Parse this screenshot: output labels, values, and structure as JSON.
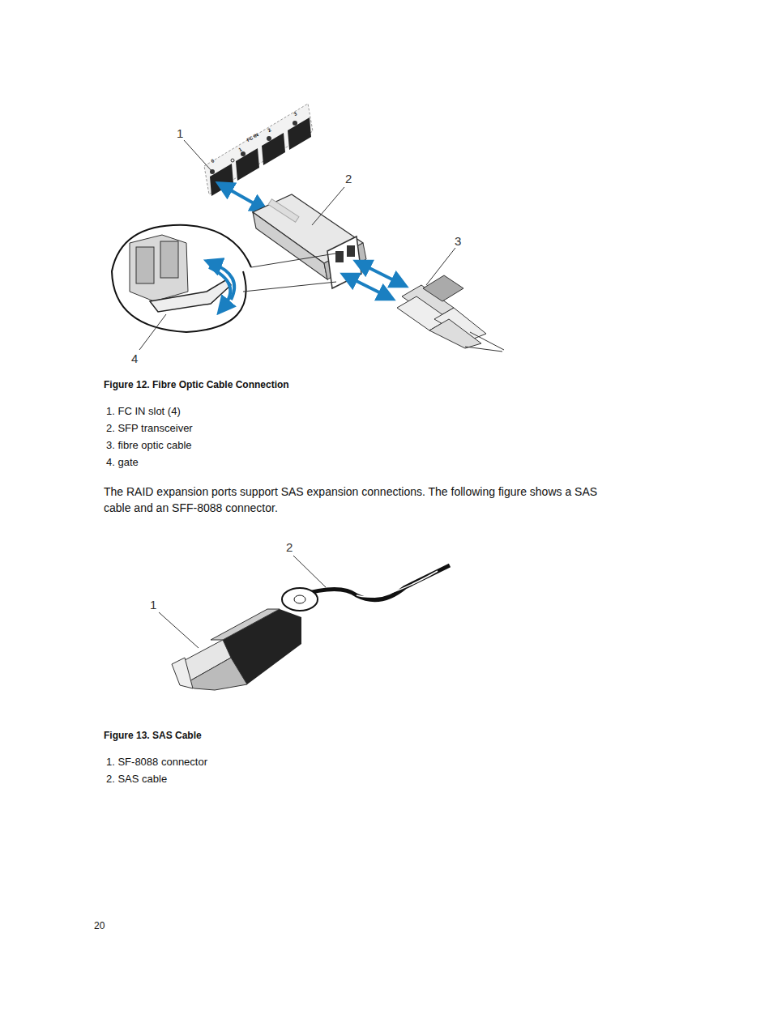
{
  "diagram": {
    "labels": [
      "1",
      "2",
      "3",
      "4",
      "0",
      "1",
      "FC IN",
      "2",
      "3",
      "Figure 12. Fibre Optic Cable Connection",
      "1. FC IN slot (4)",
      "2. SFP transceiver",
      "3. fibre optic cable",
      "4. gate",
      "The RAID expansion ports support SAS expansion connections. The following figure shows a SAS cable and an SFF-8088 connector.",
      "2",
      "1",
      "Figure 13. SAS Cable",
      "1. SF-8088 connector",
      "2. SAS cable",
      "20"
    ]
  }
}
